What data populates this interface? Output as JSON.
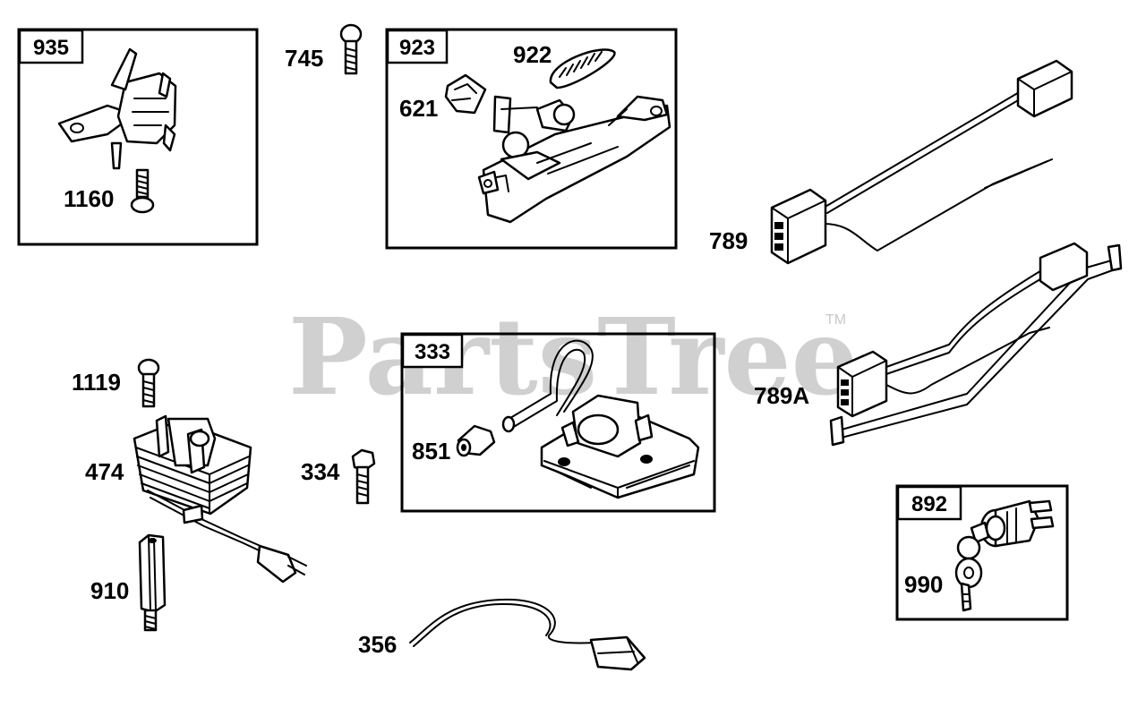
{
  "watermark": {
    "text": "PartsTree",
    "trademark": "TM"
  },
  "assemblies": {
    "a935": {
      "number": "935",
      "parts": {
        "screw": "1160"
      }
    },
    "a923": {
      "number": "923",
      "parts": {
        "clip": "621",
        "spring": "922"
      }
    },
    "a333": {
      "number": "333",
      "parts": {
        "plug": "851"
      }
    },
    "a892": {
      "number": "892",
      "parts": {
        "key_switch": "990"
      }
    }
  },
  "parts": {
    "p745": "745",
    "p789": "789",
    "p789a": "789A",
    "p1119": "1119",
    "p474": "474",
    "p334": "334",
    "p910": "910",
    "p356": "356"
  }
}
